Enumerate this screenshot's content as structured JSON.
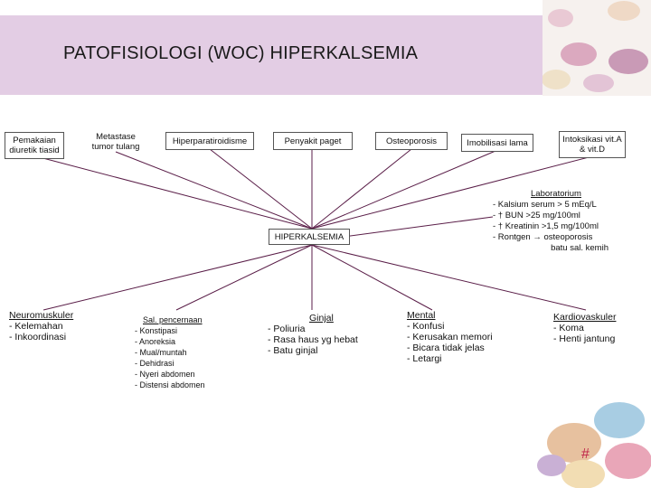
{
  "title": "PATOFISIOLOGI (WOC) HIPERKALSEMIA",
  "causes": [
    "Pemakaian diuretik tiasid",
    "Metastase tumor tulang",
    "Hiperparatiroidisme",
    "Penyakit paget",
    "Osteoporosis",
    "Imobilisasi lama",
    "Intoksikasi vit.A & vit.D"
  ],
  "center": "HIPERKALSEMIA",
  "laboratorium": {
    "heading": "Laboratorium",
    "items": [
      "- Kalsium serum > 5 mEq/L",
      "- † BUN >25 mg/100ml",
      "- † Kreatinin >1,5 mg/100ml",
      "- Rontgen → osteoporosis",
      "batu sal. kemih"
    ]
  },
  "effects": [
    {
      "heading": "Neuromuskuler",
      "items": [
        "- Kelemahan",
        "- Inkoordinasi"
      ]
    },
    {
      "heading": "Sal. pencernaan",
      "items": [
        "- Konstipasi",
        "- Anoreksia",
        "- Mual/muntah",
        "- Dehidrasi",
        "- Nyeri abdomen",
        "- Distensi abdomen"
      ]
    },
    {
      "heading": "Ginjal",
      "items": [
        "- Poliuria",
        "- Rasa haus yg hebat",
        "- Batu ginjal"
      ]
    },
    {
      "heading": "Mental",
      "items": [
        "- Konfusi",
        "- Kerusakan memori",
        "- Bicara tidak jelas",
        "- Letargi"
      ]
    },
    {
      "heading": "Kardiovaskuler",
      "items": [
        "- Koma",
        "- Henti jantung"
      ]
    }
  ],
  "slide_number": "#",
  "colors": {
    "banner": "#e3cde4",
    "lines": "#5a1e48",
    "number": "#c0254a"
  }
}
